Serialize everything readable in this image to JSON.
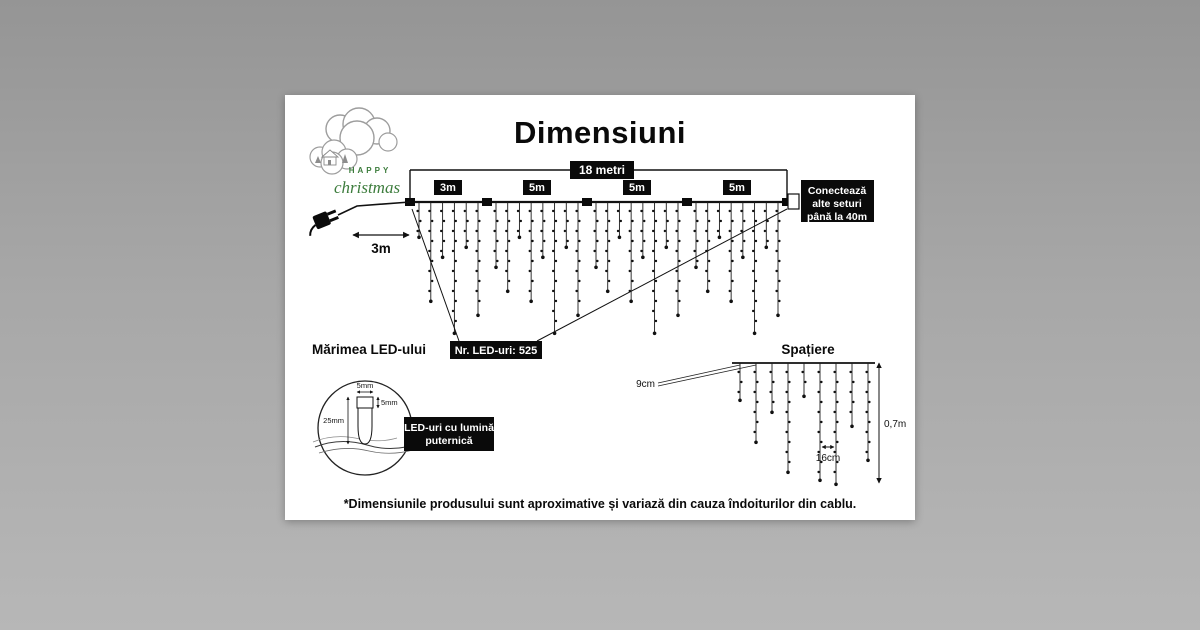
{
  "title": "Dimensiuni",
  "logo": {
    "happy": "HAPPY",
    "christmas": "christmas"
  },
  "light_string": {
    "total": "18 metri",
    "lead": "3m",
    "segments": [
      "3m",
      "5m",
      "5m",
      "5m"
    ],
    "connect": {
      "l1": "Conectează",
      "l2": "alte seturi",
      "l3": "până la 40m"
    },
    "led_count": "Nr. LED-uri: 525"
  },
  "led": {
    "title": "Mărimea LED-ului",
    "width": "5mm",
    "cap": "5mm",
    "length": "25mm",
    "box": {
      "l1": "LED-uri cu lumină",
      "l2": "puternică"
    }
  },
  "spacing": {
    "title": "Spațiere",
    "gap": "9cm",
    "gap2": "16cm",
    "drop": "0,7m"
  },
  "footnote": "*Dimensiunile produsului sunt aproximative și variază din cauza îndoiturilor din cablu.",
  "colors": {
    "accent_green": "#3c7c3c",
    "badge_black": "#0a0a0a",
    "panel": "#ffffff"
  }
}
